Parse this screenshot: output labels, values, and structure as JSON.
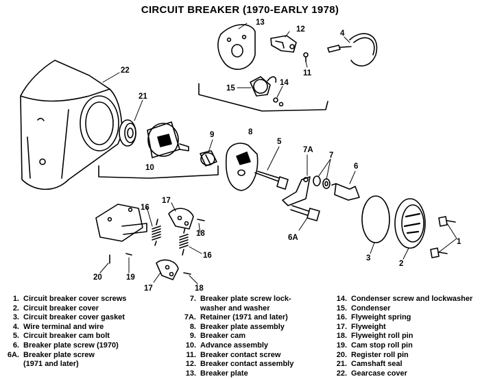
{
  "title": "CIRCUIT BREAKER (1970-EARLY 1978)",
  "callouts": {
    "c1": "1",
    "c2": "2",
    "c3": "3",
    "c4": "4",
    "c5": "5",
    "c6": "6",
    "c6a": "6A",
    "c7": "7",
    "c7a": "7A",
    "c8": "8",
    "c9": "9",
    "c10": "10",
    "c11": "11",
    "c12": "12",
    "c13": "13",
    "c14": "14",
    "c15": "15",
    "c16a": "16",
    "c16b": "16",
    "c17a": "17",
    "c17b": "17",
    "c18a": "18",
    "c18b": "18",
    "c19": "19",
    "c20": "20",
    "c21": "21",
    "c22": "22"
  },
  "legend": {
    "col1": [
      {
        "key": "1.",
        "text": "Circuit breaker cover screws"
      },
      {
        "key": "2.",
        "text": "Circuit breaker cover"
      },
      {
        "key": "3.",
        "text": "Circuit breaker cover gasket"
      },
      {
        "key": "4.",
        "text": "Wire terminal and wire"
      },
      {
        "key": "5.",
        "text": "Circuit breaker cam bolt"
      },
      {
        "key": "6.",
        "text": "Breaker plate screw (1970)"
      },
      {
        "key": "6A.",
        "text": "Breaker plate screw",
        "cont": "(1971 and later)"
      }
    ],
    "col2": [
      {
        "key": "7.",
        "text": "Breaker plate screw lock-",
        "cont": "washer and washer"
      },
      {
        "key": "7A.",
        "text": "Retainer (1971 and later)"
      },
      {
        "key": "8.",
        "text": "Breaker plate assembly"
      },
      {
        "key": "9.",
        "text": "Breaker cam"
      },
      {
        "key": "10.",
        "text": "Advance assembly"
      },
      {
        "key": "11.",
        "text": "Breaker contact screw"
      },
      {
        "key": "12.",
        "text": "Breaker contact assembly"
      },
      {
        "key": "13.",
        "text": "Breaker plate"
      }
    ],
    "col3": [
      {
        "key": "14.",
        "text": "Condenser screw and lockwasher"
      },
      {
        "key": "15.",
        "text": "Condenser"
      },
      {
        "key": "16.",
        "text": "Flyweight spring"
      },
      {
        "key": "17.",
        "text": "Flyweight"
      },
      {
        "key": "18.",
        "text": "Flyweight roll pin"
      },
      {
        "key": "19.",
        "text": "Cam stop roll pin"
      },
      {
        "key": "20.",
        "text": "Register roll pin"
      },
      {
        "key": "21.",
        "text": "Camshaft seal"
      },
      {
        "key": "22.",
        "text": "Gearcase cover"
      }
    ]
  }
}
